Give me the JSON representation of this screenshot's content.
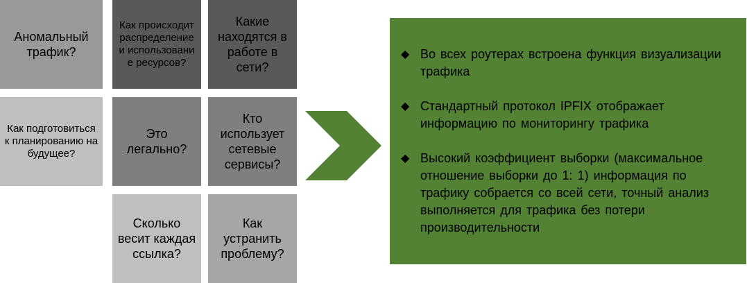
{
  "tiles": [
    {
      "id": "t1",
      "text": "Аномальный трафик?"
    },
    {
      "id": "t2",
      "text": "Как происходит распределение и использование ресурсов?"
    },
    {
      "id": "t3",
      "text": "Какие находятся в работе в сети?"
    },
    {
      "id": "t4",
      "text": "Как подготовиться к планированию на будущее?"
    },
    {
      "id": "t5",
      "text": "Это легально?"
    },
    {
      "id": "t6",
      "text": "Кто использует сетевые сервисы?"
    },
    {
      "id": "t7",
      "text": "Сколько весит каждая ссылка?"
    },
    {
      "id": "t8",
      "text": "Как устранить проблему?"
    }
  ],
  "colors": {
    "panel": "#548235",
    "chevron": "#548235",
    "dark_tile": "#595959",
    "mid_tile": "#7f7f7f",
    "light_tile": "#bfbfbf"
  },
  "bullet_icon": "diamond-bullet-icon",
  "bullets": [
    {
      "text": "Во всех роутерах встроена функция визуализации трафика"
    },
    {
      "text": "Стандартный протокол IPFIX отображает информацию по мониторингу трафика"
    },
    {
      "text": "Высокий коэффициент выборки (максимальное отношение выборки до 1: 1) информация по трафику собрается со всей сети, точный анализ выполняется для трафика без потери производительности"
    }
  ]
}
